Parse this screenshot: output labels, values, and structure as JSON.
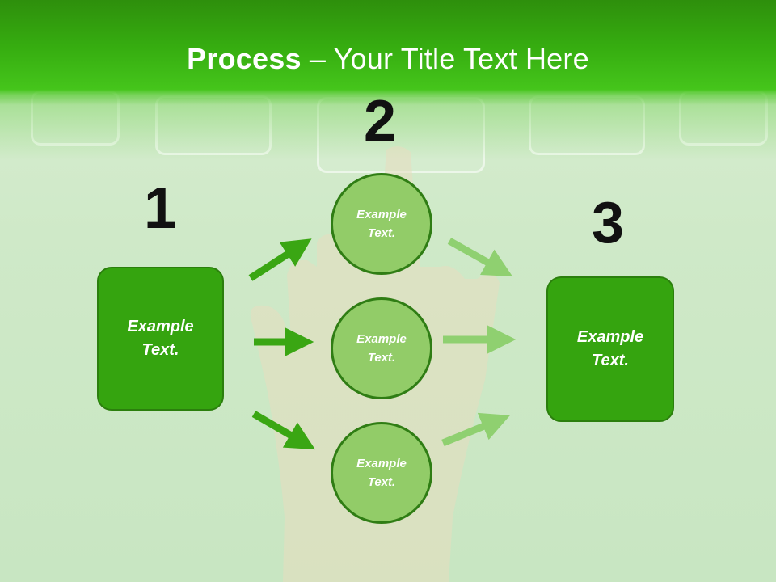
{
  "slide": {
    "title_bold": "Process",
    "title_rest": " – Your Title Text Here"
  },
  "steps": {
    "step1": {
      "number": "1",
      "text": "Example\nText."
    },
    "step2": {
      "number": "2"
    },
    "step3": {
      "number": "3",
      "text": "Example\nText."
    }
  },
  "circles": [
    {
      "text": "Example\nText."
    },
    {
      "text": "Example\nText."
    },
    {
      "text": "Example\nText."
    }
  ],
  "colors": {
    "header_green": "#36ad10",
    "box_green": "#35a40f",
    "circle_green": "#92cc68",
    "arrow_dark": "#3aa613",
    "arrow_light": "#8fd070"
  }
}
